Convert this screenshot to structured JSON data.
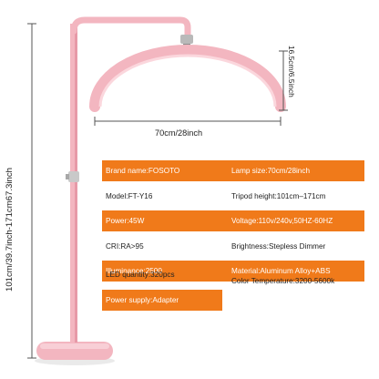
{
  "dimensions": {
    "total_height": "101cm/39.7inch-171cm67.3inch",
    "arc_height": "16.5cm/6.5inch",
    "width": "70cm/28inch"
  },
  "brand_on_light": "FOSOTO",
  "specs": [
    {
      "left": "Brand name:FOSOTO",
      "right": "Lamp size:70cm/28inch",
      "highlight": true
    },
    {
      "left": "Model:FT-Y16",
      "right": "Tripod height:101cm–171cm",
      "highlight": false
    },
    {
      "left": "Power:45W",
      "right": "Voltage:110v/240v,50HZ-60HZ",
      "highlight": true
    },
    {
      "left": "CRI:RA>95",
      "right": "Brightness:Stepless Dimmer",
      "highlight": false
    },
    {
      "left": "Illuminance:2500",
      "right": "Material:Aluminum Alloy+ABS",
      "highlight": true
    },
    {
      "left": "LED quantity:320pcs",
      "right": "Color Temperature:3200-5600k",
      "highlight": false
    }
  ],
  "power_supply": "Power supply:Adapter",
  "colors": {
    "accent": "#f07a1a",
    "stand": "#f3b6c0",
    "stand_dark": "#e79aa8",
    "dimension_line": "#555555",
    "lamp_glow": "#fbd7dd"
  }
}
